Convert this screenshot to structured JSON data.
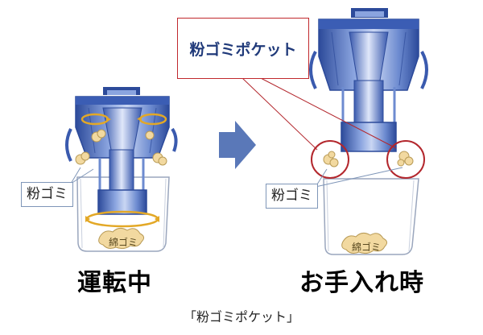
{
  "callout": {
    "label": "粉ゴミポケット"
  },
  "left": {
    "dust_label": "粉ゴミ",
    "cotton_label": "綿ゴミ",
    "title": "運転中"
  },
  "right": {
    "dust_label": "粉ゴミ",
    "cotton_label": "綿ゴミ",
    "title": "お手入れ時"
  },
  "caption": "「粉ゴミポケット」",
  "colors": {
    "device_blue": "#5d7fc7",
    "device_dark": "#2c4a9a",
    "device_light": "#b9c8ec",
    "dust": "#f2d9a0",
    "swirl": "#e3a826",
    "highlight_red": "#b3272d",
    "arrow": "#5a78b8"
  }
}
